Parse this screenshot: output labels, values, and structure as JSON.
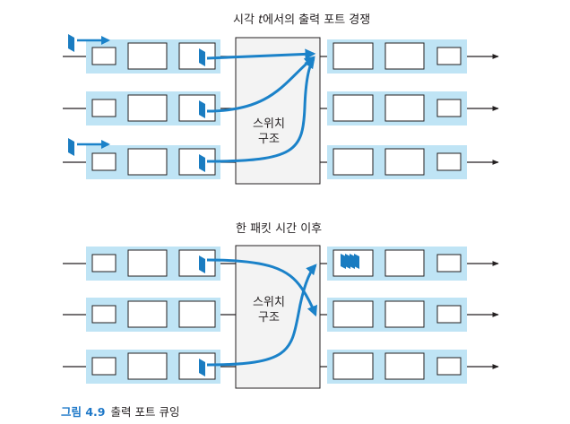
{
  "scenario_top": {
    "title_prefix": "시각 ",
    "title_var": "t",
    "title_suffix": "에서의 출력 포트 경쟁",
    "switch_label_line1": "스위치",
    "switch_label_line2": "구조"
  },
  "scenario_bottom": {
    "title": "한 패킷 시간 이후",
    "switch_label_line1": "스위치",
    "switch_label_line2": "구조"
  },
  "caption": {
    "figure_number": "그림 4.9",
    "text": "출력 포트 큐잉"
  },
  "colors": {
    "queue_bg": "#bfe4f5",
    "packet": "#1a7cc1",
    "path": "#1b82c9",
    "switch_fill": "#f3f3f3",
    "line": "#231f20"
  }
}
